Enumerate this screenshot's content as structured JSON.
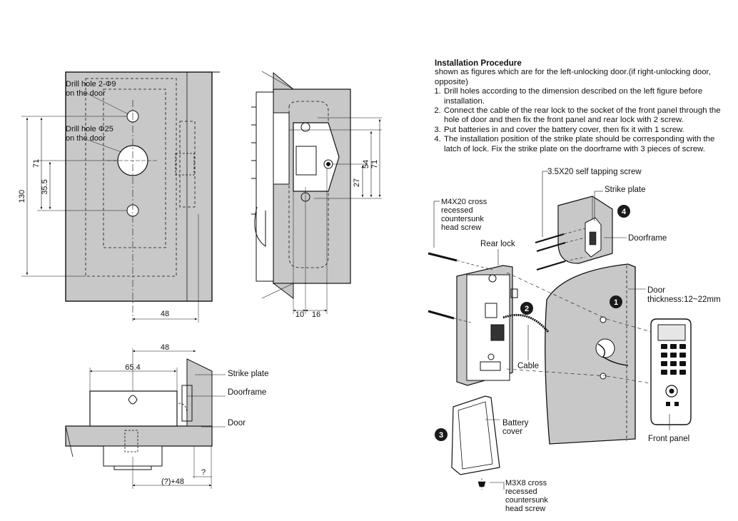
{
  "procedure": {
    "title": "Installation Procedure",
    "subtitle": "shown as figures which are for the left-unlocking door.(if right-unlocking door, opposite)",
    "steps": [
      "Drill holes according to the dimension described on the left figure before installation.",
      "Connect the cable of the rear lock to the socket of the front panel through the hole of door and then fix the front panel and rear lock with 2 screw.",
      "Put batteries in and cover the battery cover, then fix it with 1 screw.",
      "The installation position of the strike plate should be corresponding with the latch of lock. Fix the strike plate on the doorframe with 3 pieces of screw."
    ]
  },
  "front_view": {
    "drill_small_line1": "Drill hole 2-Φ9",
    "drill_small_line2": "on the door",
    "drill_large_line1": "Drill hole Φ25",
    "drill_large_line2": "on the door",
    "dim_130": "130",
    "dim_71": "71",
    "dim_35_5": "35.5",
    "dim_48": "48"
  },
  "side_view": {
    "dim_54": "54",
    "dim_71": "71",
    "dim_27": "27",
    "dim_10": "10",
    "dim_16": "16"
  },
  "top_view": {
    "dim_48": "48",
    "dim_65_4": "65.4",
    "dim_q48": "(?)+48",
    "dim_q": "?",
    "label_strike_plate": "Strike plate",
    "label_doorframe": "Doorframe",
    "label_door": "Door"
  },
  "exploded": {
    "screw_3_5x20": "3.5X20 self tapping screw",
    "strike_plate": "Strike plate",
    "doorframe": "Doorframe",
    "m4_line1": "M4X20 cross",
    "m4_line2": "recessed",
    "m4_line3": "countersunk",
    "m4_line4": "head screw",
    "rear_lock": "Rear lock",
    "door_line1": "Door",
    "door_line2": "thickness:12~22mm",
    "cable": "Cable",
    "front_panel": "Front panel",
    "battery_line1": "Battery",
    "battery_line2": "cover",
    "m3_line1": "M3X8 cross",
    "m3_line2": "recessed",
    "m3_line3": "countersunk",
    "m3_line4": "head screw",
    "step1": "1",
    "step2": "2",
    "step3": "3",
    "step4": "4"
  },
  "colors": {
    "panel_gray": "#c8c8c8",
    "line": "#111111",
    "badge": "#1a1a1a"
  }
}
